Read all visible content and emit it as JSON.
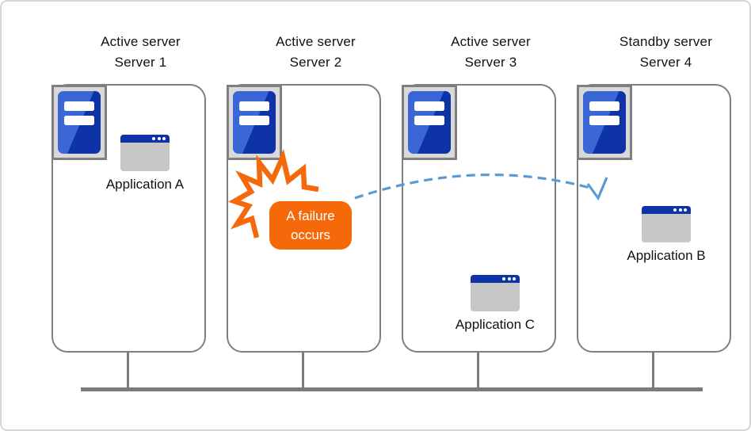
{
  "diagram": {
    "servers": [
      {
        "role": "Active server",
        "name": "Server 1",
        "application": "Application A"
      },
      {
        "role": "Active server",
        "name": "Server 2"
      },
      {
        "role": "Active server",
        "name": "Server 3",
        "application": "Application C"
      },
      {
        "role": "Standby server",
        "name": "Server 4",
        "application": "Application B"
      }
    ],
    "failure_callout": {
      "line1": "A failure",
      "line2": "occurs"
    },
    "failover_arrow": {
      "from": "Server 2",
      "to": "Server 4",
      "style": "dashed-curve"
    },
    "colors": {
      "server_blue_light": "#3a66d6",
      "server_blue_dark": "#0d33a6",
      "app_titlebar_blue": "#0d33a6",
      "app_body_gray": "#c7c7c7",
      "icon_bg_gray": "#d9d9d9",
      "box_border_gray": "#7f7f7f",
      "failure_orange": "#f6690b",
      "arrow_blue": "#5b9bd5",
      "network_line_gray": "#7c7c7c",
      "text_black": "#111111"
    }
  }
}
